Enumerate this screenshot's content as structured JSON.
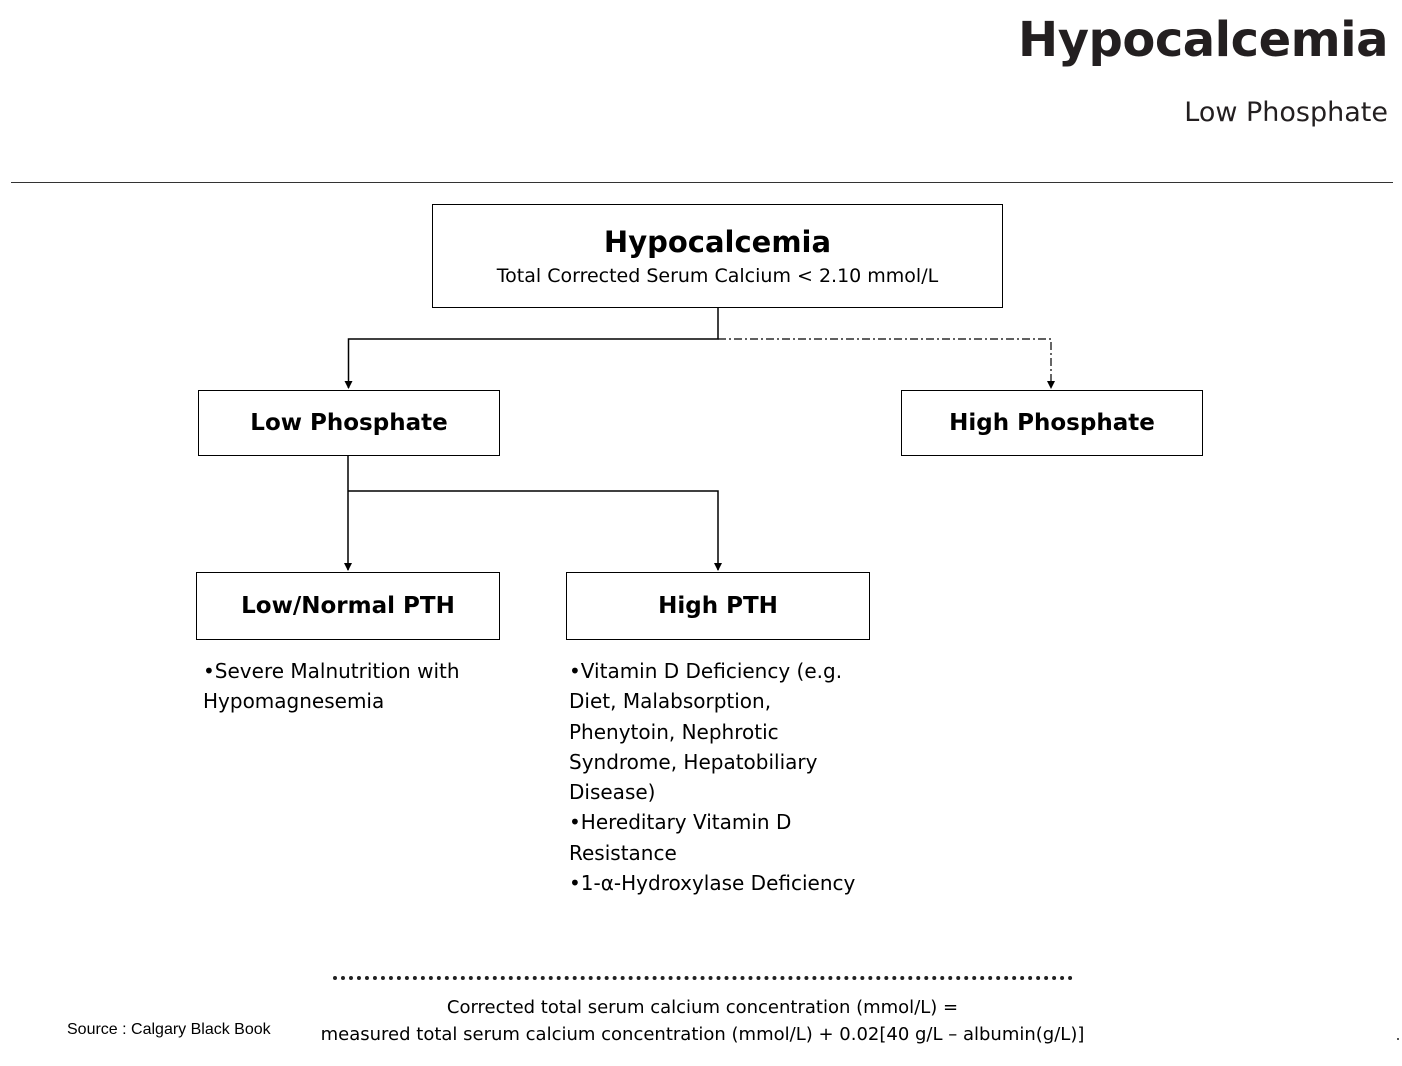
{
  "header": {
    "title": "Hypocalcemia",
    "subtitle": "Low Phosphate"
  },
  "flowchart": {
    "root": {
      "title": "Hypocalcemia",
      "subtitle": "Total Corrected Serum Calcium < 2.10 mmol/L"
    },
    "low_phosphate": {
      "title": "Low Phosphate"
    },
    "high_phosphate": {
      "title": "High Phosphate"
    },
    "low_normal_pth": {
      "title": "Low/Normal PTH",
      "causes": [
        "•Severe Malnutrition with Hypomagnesemia"
      ]
    },
    "high_pth": {
      "title": "High PTH",
      "causes": [
        "•Vitamin D Deficiency (e.g. Diet, Malabsorption, Phenytoin, Nephrotic Syndrome, Hepatobiliary Disease)",
        "•Hereditary Vitamin D Resistance",
        "•1-α-Hydroxylase Deficiency"
      ]
    }
  },
  "formula": {
    "line1": "Corrected total serum calcium concentration (mmol/L)  =",
    "line2": "measured total serum calcium concentration (mmol/L) + 0.02[40 g/L – albumin(g/L)]"
  },
  "source": "Source : Calgary Black Book",
  "colors": {
    "title_text": "#231f20",
    "line": "#000000",
    "background": "#ffffff"
  }
}
